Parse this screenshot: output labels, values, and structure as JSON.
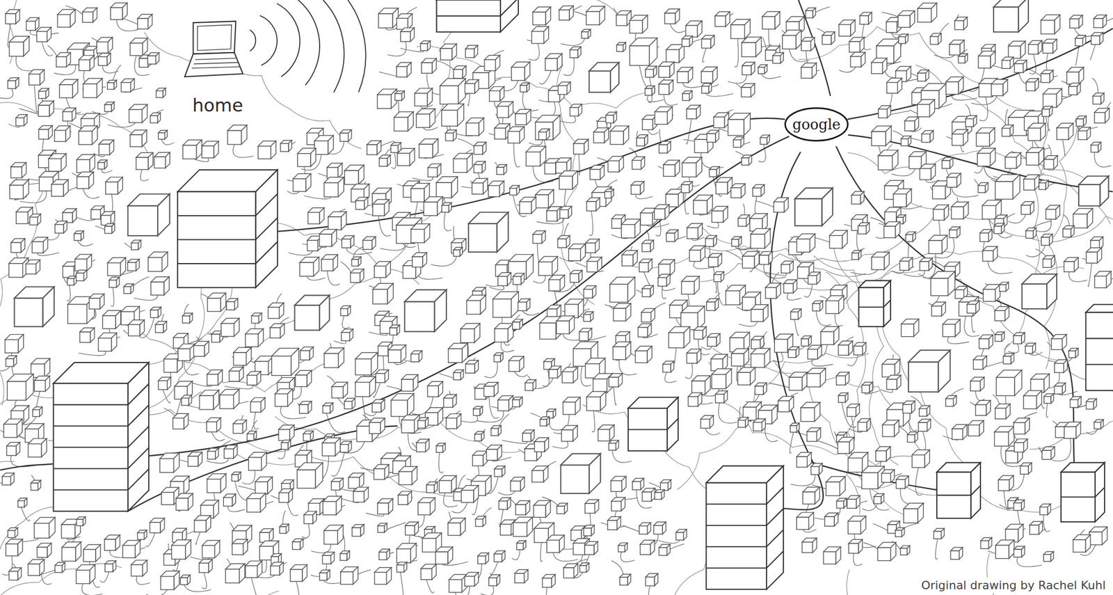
{
  "diagram": {
    "caption": "Original drawing by Rachel Kuhl",
    "nodes": [
      {
        "text": [
          "google"
        ]
      }
    ],
    "labels": [
      "home"
    ]
  }
}
